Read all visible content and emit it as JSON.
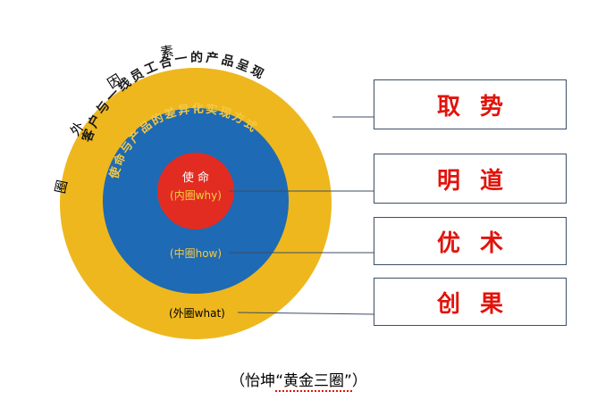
{
  "diagram": {
    "outer_label": "圈外因素",
    "yellow_arc_text": "客户与一线员工合一的产品呈现",
    "blue_arc_text": "使命与产品的差异化实现方式",
    "core_title": "使 命",
    "core_label": "(内圈why)",
    "middle_label": "(中圈how)",
    "outer_ring_label": "(外圈what)",
    "colors": {
      "outer": "#eeb71e",
      "middle": "#1e6ab4",
      "core": "#e22c22",
      "core_text": "#ffffff",
      "core_sub_text": "#f5d23a",
      "middle_label": "#f5c842",
      "box_text": "#e0140c",
      "connector": "#3a4f66"
    }
  },
  "boxes": [
    "取势",
    "明道",
    "优术",
    "创果"
  ],
  "caption": {
    "prefix": "（怡坤",
    "underlined": "“黄金三圈”",
    "suffix": "）"
  }
}
